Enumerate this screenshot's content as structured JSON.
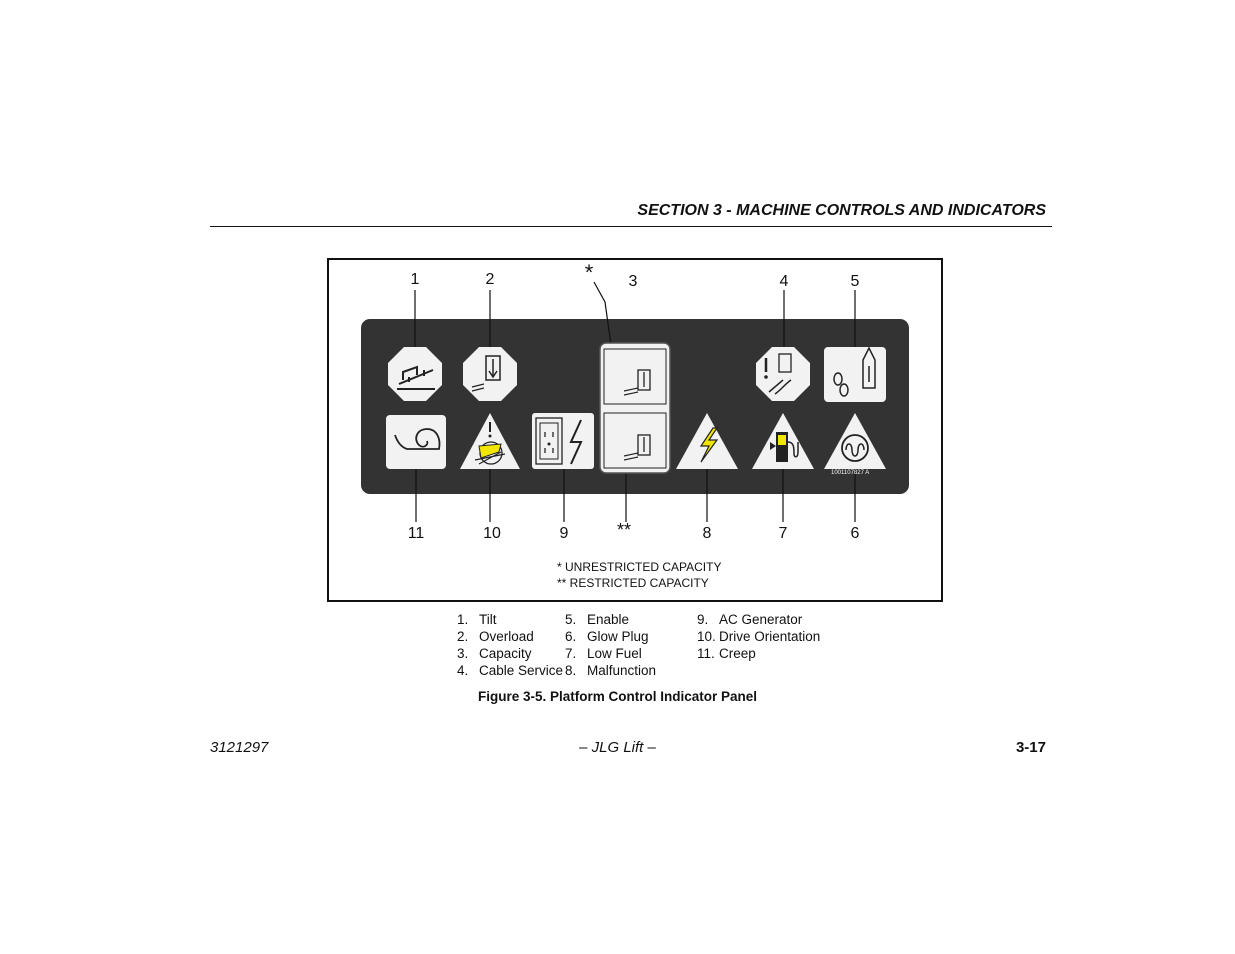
{
  "header": {
    "section_title": "SECTION 3 - MACHINE CONTROLS AND INDICATORS"
  },
  "figure": {
    "callouts_top": [
      "1",
      "2",
      "*",
      "3",
      "4",
      "5"
    ],
    "callouts_bottom": [
      "11",
      "10",
      "9",
      "**",
      "8",
      "7",
      "6"
    ],
    "notes": [
      "* UNRESTRICTED CAPACITY",
      "** RESTRICTED CAPACITY"
    ],
    "part_number": "1001107827 A",
    "indicators": [
      {
        "num": "1",
        "name": "Tilt",
        "icon": "tilt-icon"
      },
      {
        "num": "2",
        "name": "Overload",
        "icon": "overload-icon"
      },
      {
        "num": "3",
        "name": "Capacity",
        "icon": "capacity-icon"
      },
      {
        "num": "4",
        "name": "Cable Service",
        "icon": "cable-service-icon"
      },
      {
        "num": "5",
        "name": "Enable",
        "icon": "enable-icon"
      },
      {
        "num": "6",
        "name": "Glow Plug",
        "icon": "glow-plug-icon"
      },
      {
        "num": "7",
        "name": "Low Fuel",
        "icon": "low-fuel-icon"
      },
      {
        "num": "8",
        "name": "Malfunction",
        "icon": "malfunction-icon"
      },
      {
        "num": "9",
        "name": "AC Generator",
        "icon": "ac-generator-icon"
      },
      {
        "num": "10",
        "name": "Drive Orientation",
        "icon": "drive-orientation-icon"
      },
      {
        "num": "11",
        "name": "Creep",
        "icon": "creep-icon"
      }
    ],
    "colors": {
      "panel": "#333333",
      "icon_bg": "#f2f2f2",
      "warning_yellow": "#f2e600"
    }
  },
  "legend": {
    "col1": [
      {
        "n": "1.",
        "t": "Tilt"
      },
      {
        "n": "2.",
        "t": "Overload"
      },
      {
        "n": "3.",
        "t": "Capacity"
      },
      {
        "n": "4.",
        "t": "Cable Service"
      }
    ],
    "col2": [
      {
        "n": "5.",
        "t": "Enable"
      },
      {
        "n": "6.",
        "t": "Glow Plug"
      },
      {
        "n": "7.",
        "t": "Low Fuel"
      },
      {
        "n": "8.",
        "t": "Malfunction"
      }
    ],
    "col3": [
      {
        "n": "9.",
        "t": "AC Generator"
      },
      {
        "n": "10.",
        "t": "Drive Orientation"
      },
      {
        "n": "11.",
        "t": "Creep"
      }
    ]
  },
  "caption": "Figure 3-5. Platform Control Indicator Panel",
  "footer": {
    "doc_number": "3121297",
    "center": "– JLG Lift –",
    "page": "3-17"
  }
}
